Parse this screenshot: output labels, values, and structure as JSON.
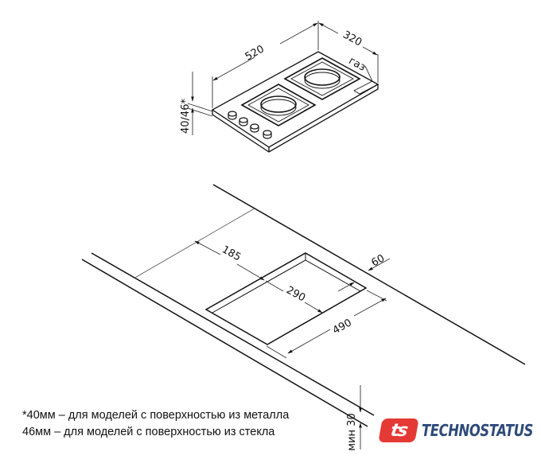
{
  "hob": {
    "width_label": "520",
    "depth_label": "320",
    "height_label": "40/46*",
    "gas_label": "газ"
  },
  "cutout": {
    "offset_left_label": "185",
    "width_label": "290",
    "length_label": "490",
    "offset_back_label": "60",
    "min_thickness_label": "мин 30"
  },
  "notes": [
    "*40мм – для моделей  с поверхностью  из металла",
    "46мм – для моделей  с поверхностью  из стекла"
  ],
  "logo": {
    "mark": "ts",
    "name": "TECHNOSTATUS",
    "mark_color": "#e53935",
    "text_color": "#2e4a7a"
  }
}
